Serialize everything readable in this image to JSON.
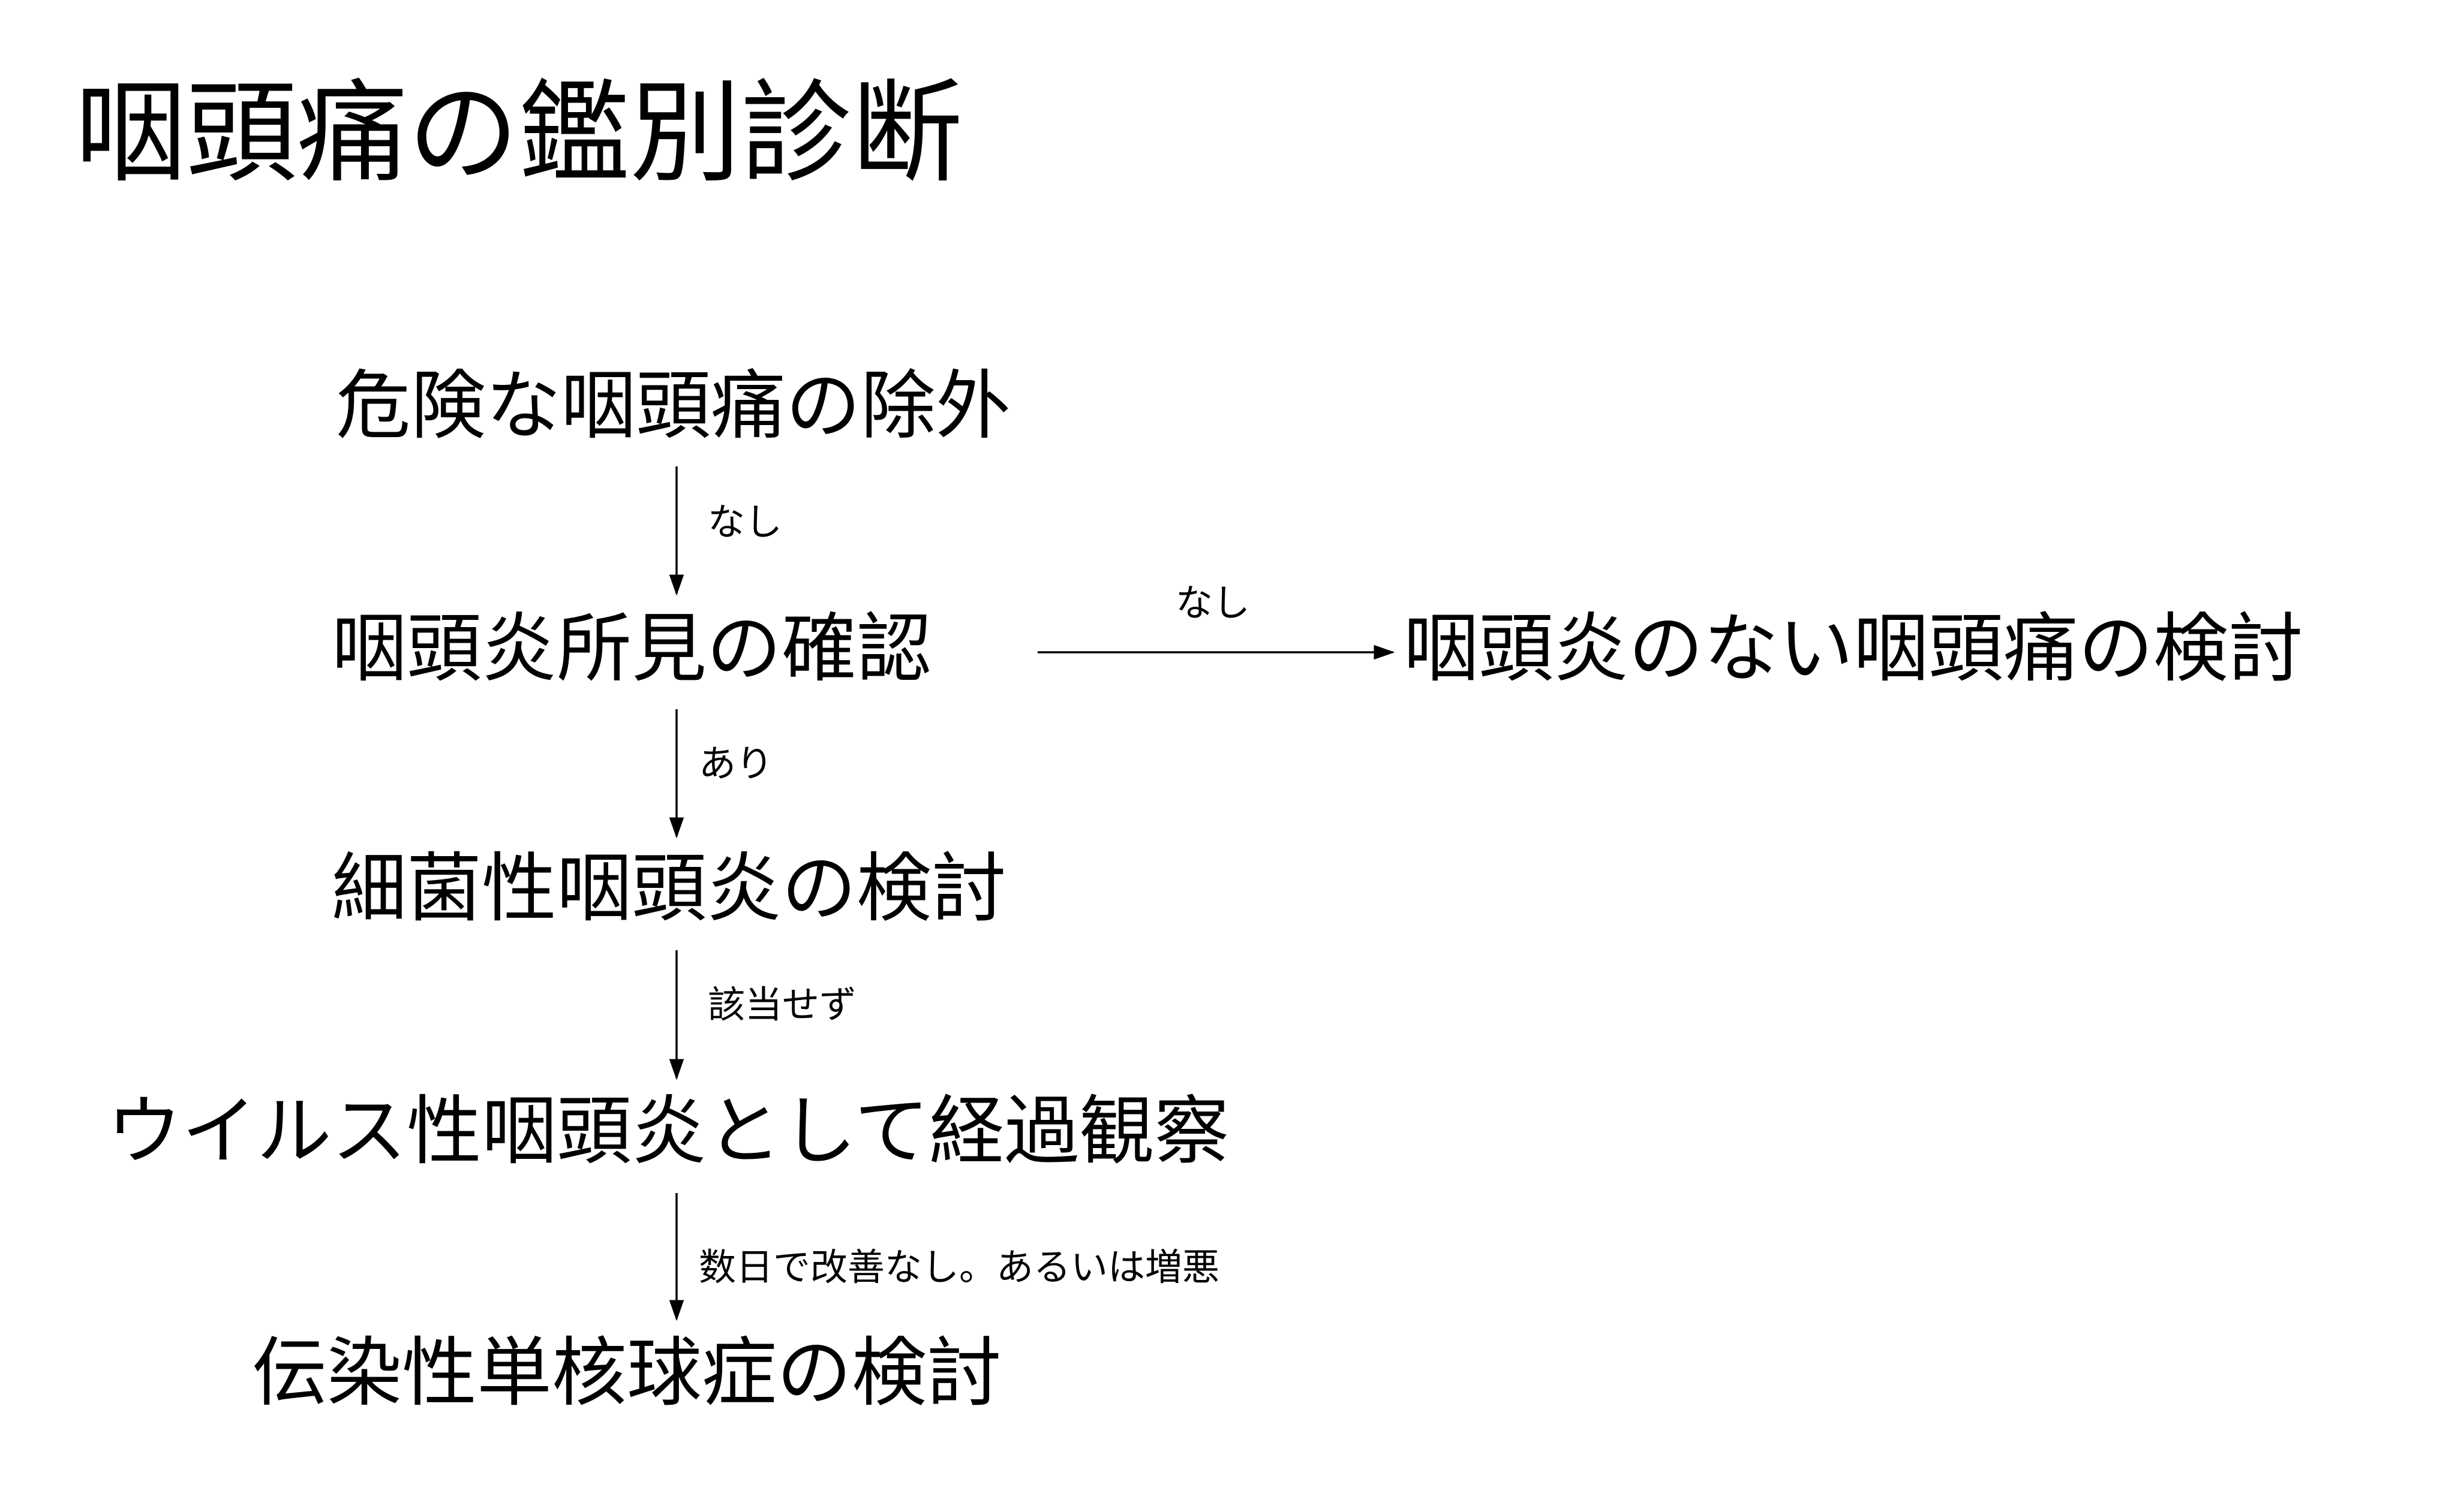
{
  "title": "咽頭痛の鑑別診断",
  "nodes": {
    "exclude_dangerous": "危険な咽頭痛の除外",
    "check_pharyngitis": "咽頭炎所見の確認",
    "no_pharyngitis": "咽頭炎のない咽頭痛の検討",
    "bacterial": "細菌性咽頭炎の検討",
    "viral": "ウイルス性咽頭炎として経過観察",
    "mono": "伝染性単核球症の検討"
  },
  "edges": {
    "e1_label": "なし",
    "e2_label": "なし",
    "e3_label": "あり",
    "e4_label": "該当せず",
    "e5_label": "数日で改善なし。あるいは増悪"
  }
}
